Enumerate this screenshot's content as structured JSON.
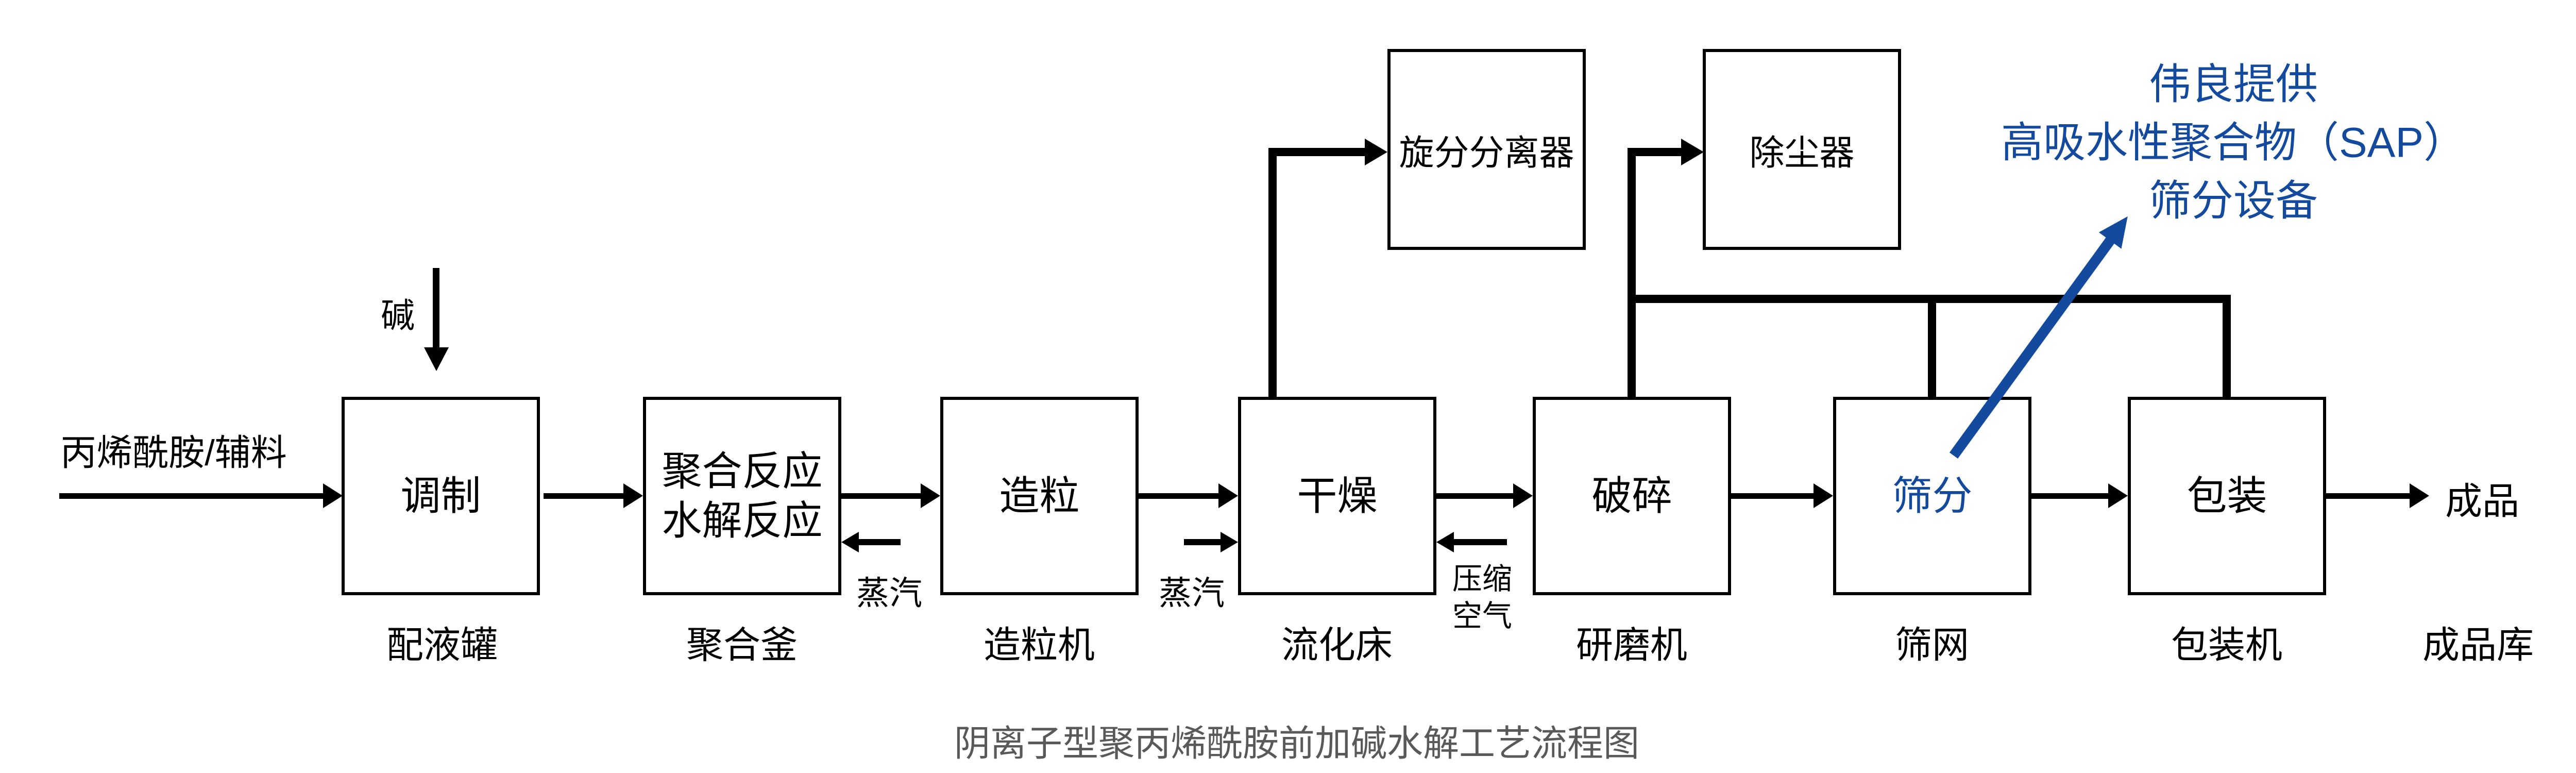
{
  "title": "阴离子型聚丙烯酰胺前加碱水解工艺流程图",
  "colors": {
    "accent_blue": "#134a9e",
    "title_gray": "#595959",
    "line_black": "#000000"
  },
  "inputs": {
    "feed_label": "丙烯酰胺/辅料",
    "alkali_label": "碱"
  },
  "outputs": {
    "product_label": "成品",
    "warehouse_caption": "成品库"
  },
  "stream_labels": {
    "steam_left": "蒸汽",
    "steam_right": "蒸汽",
    "compressed_air_line1": "压缩",
    "compressed_air_line2": "空气"
  },
  "process_boxes": [
    {
      "label": "调制",
      "caption": "配液罐"
    },
    {
      "label_line1": "聚合反应",
      "label_line2": "水解反应",
      "caption": "聚合釜"
    },
    {
      "label": "造粒",
      "caption": "造粒机"
    },
    {
      "label": "干燥",
      "caption": "流化床"
    },
    {
      "label": "破碎",
      "caption": "研磨机"
    },
    {
      "label": "筛分",
      "caption": "筛网"
    },
    {
      "label": "包装",
      "caption": "包装机"
    }
  ],
  "top_boxes": [
    {
      "label": "旋分分离器"
    },
    {
      "label": "除尘器"
    }
  ],
  "annotation": {
    "line1": "伟良提供",
    "line2": "高吸水性聚合物（SAP）",
    "line3": "筛分设备"
  }
}
